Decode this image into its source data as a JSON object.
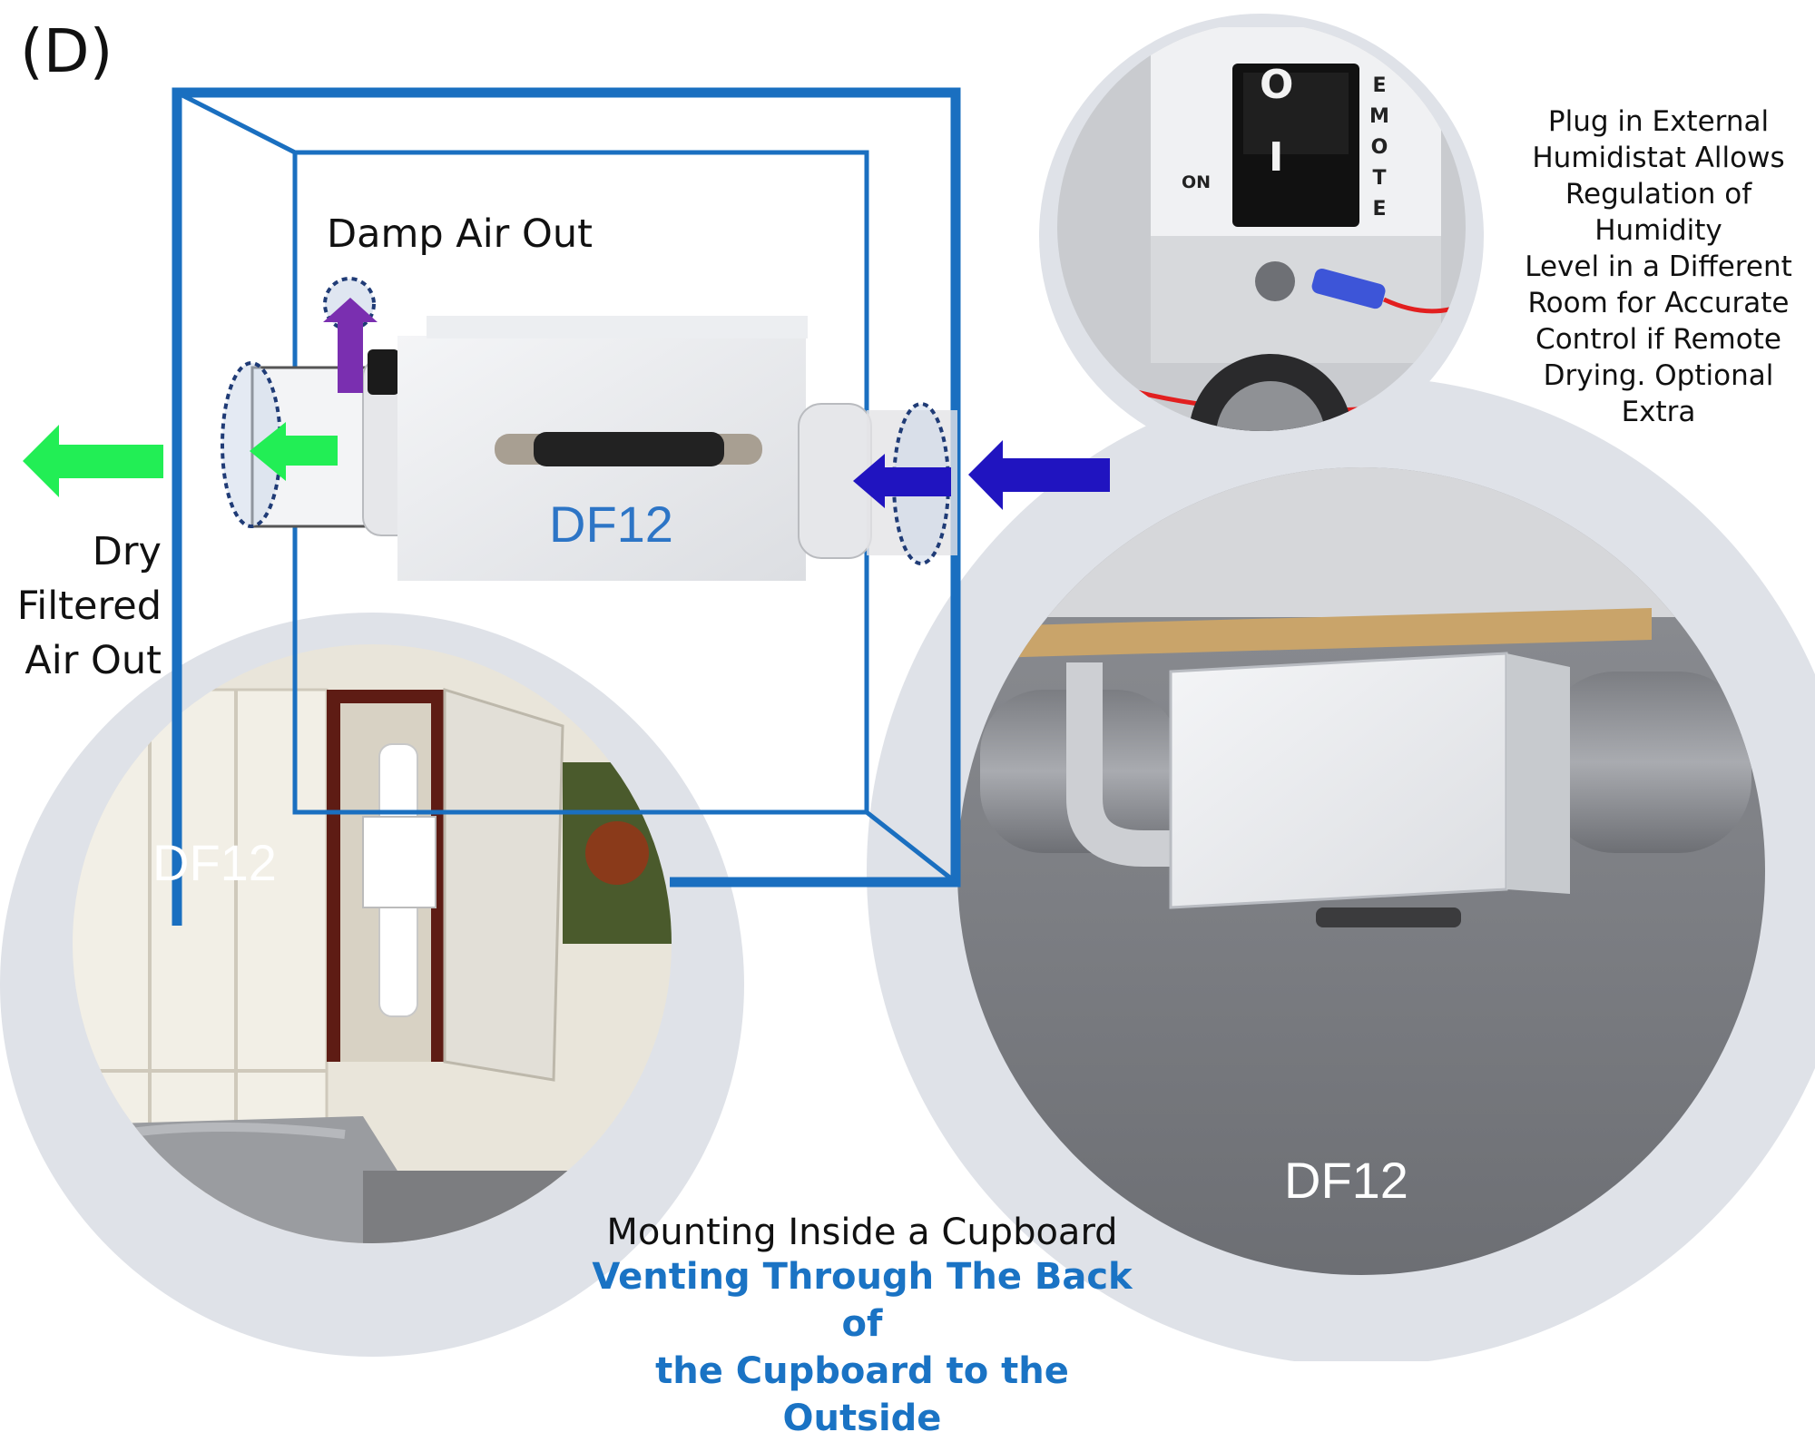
{
  "panel_label": "(D)",
  "labels": {
    "damp_air_out": "Damp Air Out",
    "dry_filtered_air_out": [
      "Dry",
      "Filtered",
      "Air Out"
    ],
    "unit_model": "DF12",
    "cupboard_model": "DF12",
    "ceiling_model": "DF12"
  },
  "humidistat_note": [
    "Plug in External",
    "Humidistat Allows",
    "Regulation of Humidity",
    "Level in a Different",
    "Room for Accurate",
    "Control if Remote",
    "Drying. Optional Extra"
  ],
  "switch_panel_text": {
    "remote_letters": [
      "E",
      "M",
      "O",
      "T",
      "E"
    ],
    "on_label": "ON",
    "switch_off_symbol": "O",
    "switch_on_symbol": "I"
  },
  "caption": {
    "line1": "Mounting Inside a Cupboard",
    "line2": "Venting Through The Back of",
    "line3": "the Cupboard to the Outside"
  },
  "colors": {
    "frame_blue": "#1a6fc0",
    "dry_air_arrow": "#22ee55",
    "damp_air_arrow": "#7a2fb0",
    "intake_arrow": "#2014c0",
    "circle_halo": "#dfe2e8",
    "caption_blue": "#1a73c4"
  }
}
